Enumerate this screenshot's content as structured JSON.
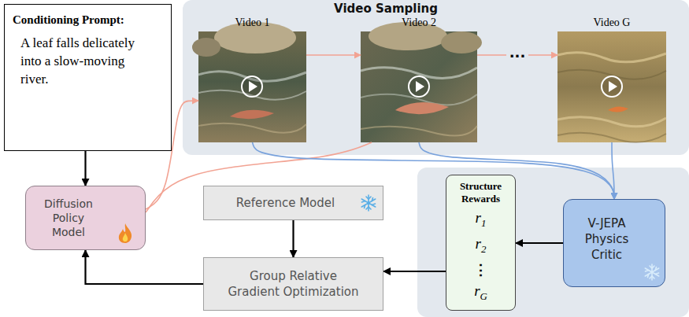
{
  "diagram": {
    "nodes": [
      {
        "text": [
          "Conditioning Prompt:",
          "A leaf falls delicately into a slow-moving river."
        ]
      },
      {
        "text": [
          "Video Sampling"
        ]
      },
      {
        "text": [
          "Video 1"
        ],
        "in": 1
      },
      {
        "text": [
          "Video 2"
        ],
        "in": 1
      },
      {
        "text": [
          "Video G"
        ],
        "in": 1
      },
      {
        "text": [
          "Diffusion Policy Model"
        ]
      },
      {
        "text": [
          "Reference Model"
        ]
      },
      {
        "text": [
          "Structure Rewards",
          "r1",
          "r2",
          "⋮",
          "rG"
        ]
      },
      {
        "text": [
          "V-JEPA Physics Critic"
        ]
      },
      {
        "text": [
          "Group Relative Gradient Optimization"
        ]
      }
    ],
    "edges": [
      {
        "from": 0,
        "to": 5,
        "arrow": "to"
      },
      {
        "from": 5,
        "to": 2,
        "arrow": "to"
      },
      {
        "from": 5,
        "to": 3,
        "arrow": "none"
      },
      {
        "from": 2,
        "to": 3,
        "arrow": "to"
      },
      {
        "from": 3,
        "to": 4,
        "arrow": "to",
        "label": "..."
      },
      {
        "from": 2,
        "to": 8,
        "arrow": "to"
      },
      {
        "from": 3,
        "to": 8,
        "arrow": "to"
      },
      {
        "from": 4,
        "to": 8,
        "arrow": "to"
      },
      {
        "from": 8,
        "to": 7,
        "arrow": "to"
      },
      {
        "from": 7,
        "to": 9,
        "arrow": "to"
      },
      {
        "from": 6,
        "to": 9,
        "arrow": "to"
      },
      {
        "from": 9,
        "to": 5,
        "arrow": "to"
      }
    ]
  }
}
